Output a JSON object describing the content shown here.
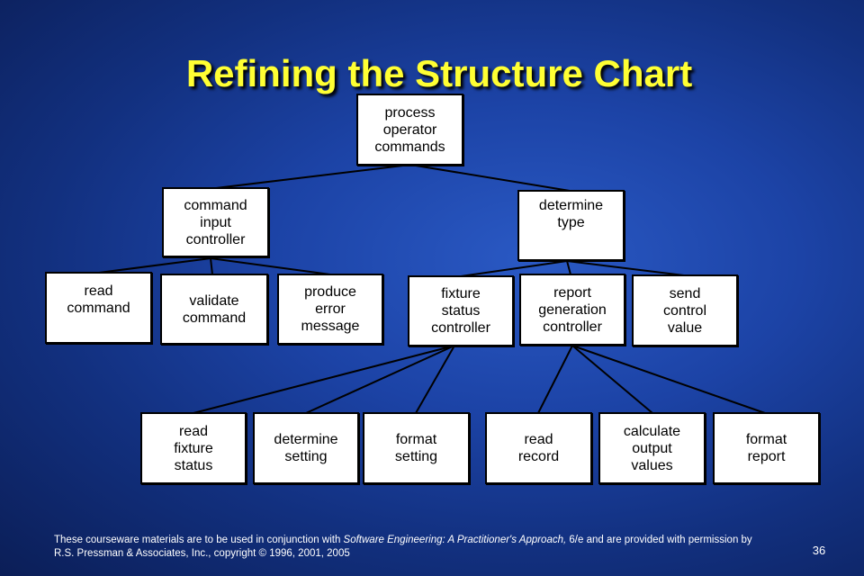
{
  "slide": {
    "title": "Refining the Structure Chart",
    "page_number": "36",
    "footer": {
      "prefix": "These courseware materials are to be used in conjunction with ",
      "book_title": "Software Engineering: A Practitioner's Approach,",
      "suffix": " 6/e and are provided with permission by R.S. Pressman & Associates, Inc., copyright © 1996, 2001, 2005"
    }
  },
  "diagram": {
    "modules": {
      "root": "process\noperator\ncommands",
      "command_input": "command\ninput\ncontroller",
      "determine_type": "determine\ntype",
      "read_command": "read\ncommand",
      "validate_command": "validate\ncommand",
      "produce_error": "produce\nerror\nmessage",
      "fixture_status": "fixture\nstatus\ncontroller",
      "report_generation": "report\ngeneration\ncontroller",
      "send_control": "send\ncontrol\nvalue",
      "read_fixture": "read\nfixture\nstatus",
      "determine_setting": "determine\nsetting",
      "format_setting": "format\nsetting",
      "read_record": "read\nrecord",
      "calculate_output": "calculate\noutput\nvalues",
      "format_report": "format\nreport"
    }
  }
}
